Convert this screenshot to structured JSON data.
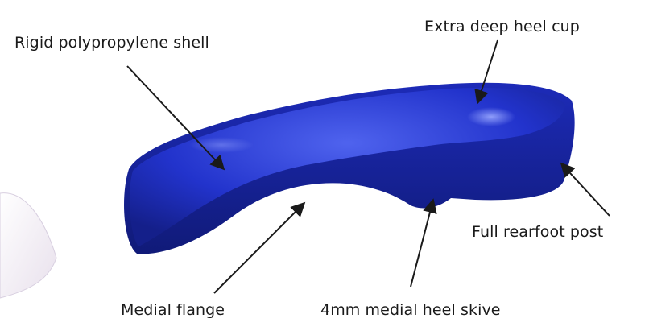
{
  "callouts": {
    "shell": "Rigid polypropylene shell",
    "heel_cup": "Extra deep heel cup",
    "rearfoot_post": "Full rearfoot post",
    "medial_flange": "Medial flange",
    "heel_skive": "4mm medial heel skive"
  },
  "colors": {
    "orthotic": "#2233cc",
    "orthotic_dark": "#141f8a",
    "orthotic_light": "#4f63ee",
    "arrow": "#1a1a1a",
    "background_object": "#f3eef5"
  }
}
